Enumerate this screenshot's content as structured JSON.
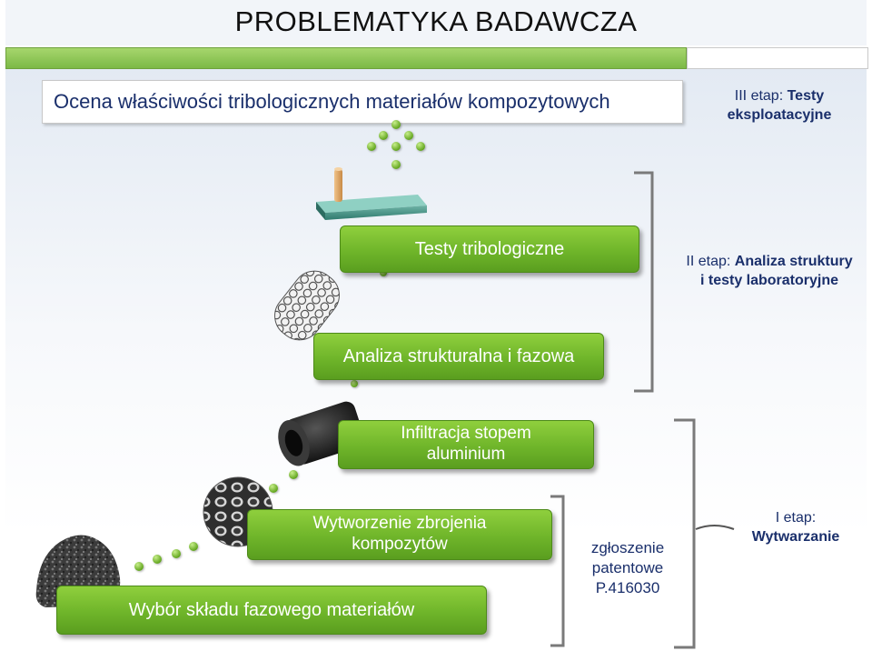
{
  "title": "PROBLEMATYKA BADAWCZA",
  "subtitle": "Ocena właściwości tribologicznych materiałów kompozytowych",
  "stages": {
    "stage3": {
      "prefix": "III etap: ",
      "name": "Testy",
      "line2": "eksploatacyjne"
    },
    "stage2": {
      "prefix": "II etap: ",
      "name": "Analiza struktury",
      "line2": "i testy laboratoryjne"
    },
    "stage1": {
      "line1": "I etap:",
      "line2": "Wytwarzanie"
    }
  },
  "steps": {
    "tribo": "Testy tribologiczne",
    "analysis": "Analiza strukturalna i fazowa",
    "infiltration_l1": "Infiltracja stopem",
    "infiltration_l2": "aluminium",
    "reinforcement_l1": "Wytworzenie zbrojenia",
    "reinforcement_l2": "kompozytów",
    "composition": "Wybór składu fazowego materiałów"
  },
  "patent": {
    "line1": "zgłoszenie",
    "line2": "patentowe",
    "line3": "P.416030"
  },
  "colors": {
    "accent_green": "#6fb52a",
    "text_blue": "#1a2f6b",
    "bracket_gray": "#7a7a7a"
  }
}
